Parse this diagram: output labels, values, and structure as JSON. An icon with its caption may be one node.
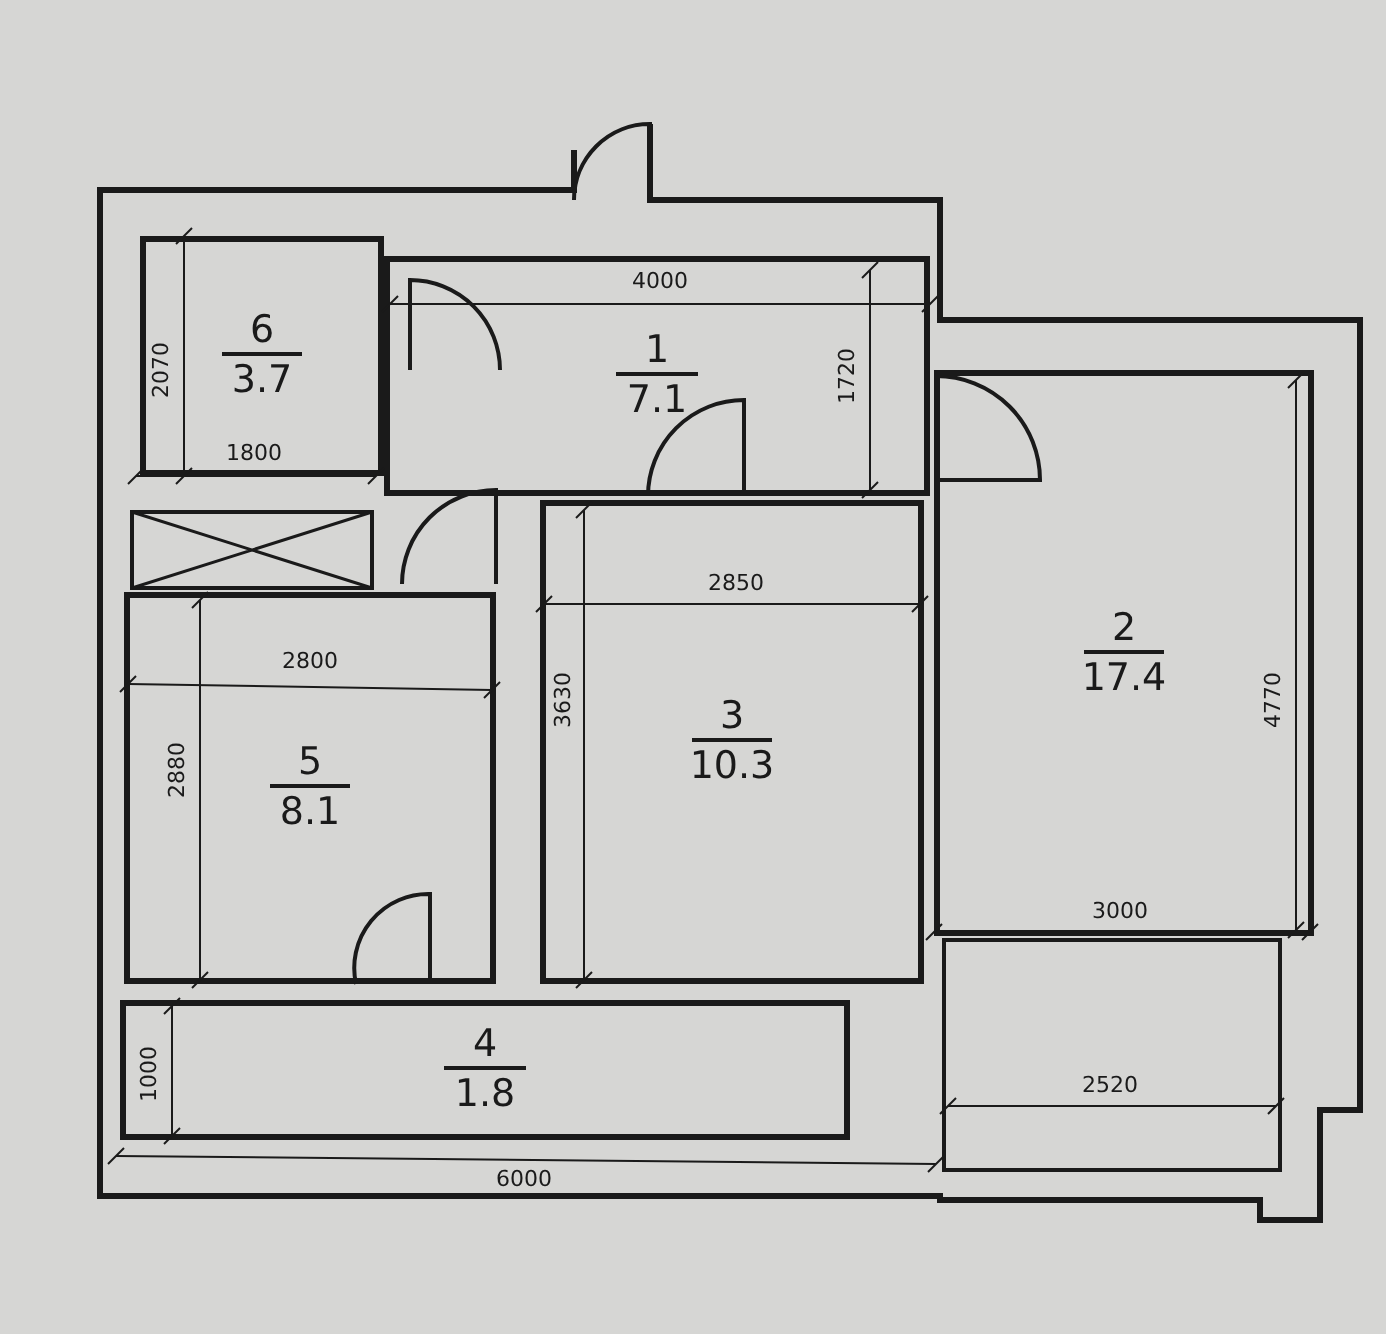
{
  "diagram": {
    "nodes": [
      {
        "text": [
          "6",
          "3.7"
        ]
      },
      {
        "text": [
          "1",
          "7.1"
        ]
      },
      {
        "text": [
          "5",
          "8.1"
        ]
      },
      {
        "text": [
          "3",
          "10.3"
        ]
      },
      {
        "text": [
          "2",
          "17.4"
        ]
      },
      {
        "text": [
          "4",
          "1.8"
        ]
      }
    ],
    "labels": [
      "4000",
      "2070",
      "1720",
      "1800",
      "2850",
      "2800",
      "3630",
      "4770",
      "2880",
      "3000",
      "2520",
      "1000",
      "6000"
    ]
  }
}
